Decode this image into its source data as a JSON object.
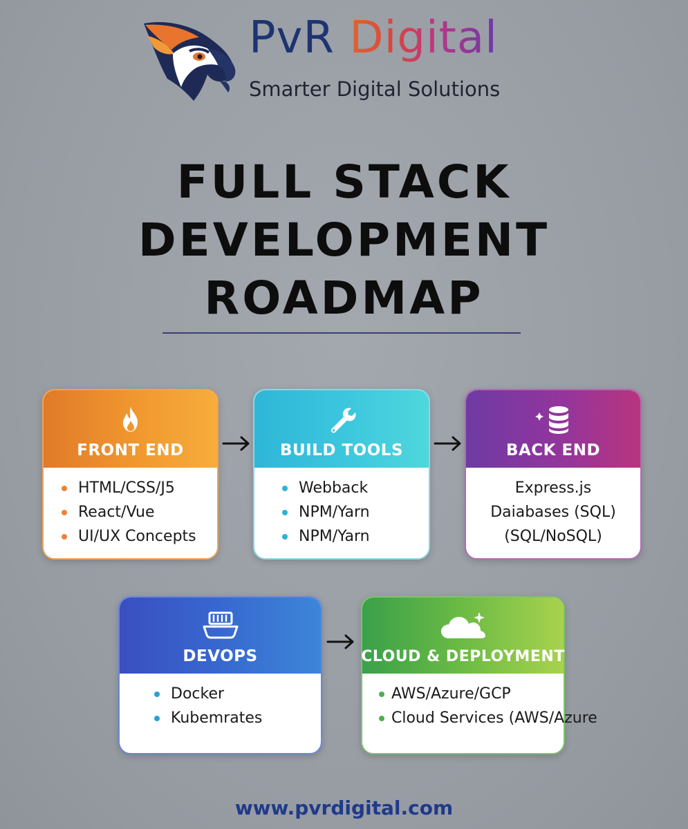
{
  "brand": {
    "name_part1": "PvR",
    "name_part2": "Digital",
    "tagline": "Smarter Digital Solutions"
  },
  "title": {
    "line1": "FULL STACK",
    "line2": "DEVELOPMENT",
    "line3": "ROADMAP"
  },
  "cards": {
    "frontend": {
      "label": "FRONT END",
      "icon": "flame-icon",
      "items": [
        "HTML/CSS/J5",
        "React/Vue",
        "UI/UX Concepts"
      ]
    },
    "buildtools": {
      "label": "BUILD TOOLS",
      "icon": "wrench-icon",
      "items": [
        "Webback",
        "NPM/Yarn",
        "NPM/Yarn"
      ]
    },
    "backend": {
      "label": "BACK END",
      "icon": "database-icon",
      "items": [
        "Express.js",
        "Daiabases (SQL)",
        "(SQL/NoSQL)"
      ]
    },
    "devops": {
      "label": "DEVOPS",
      "icon": "container-icon",
      "items": [
        "Docker",
        "Kubemrates"
      ]
    },
    "cloud": {
      "label": "CLOUD & DEPLOYMENT",
      "icon": "cloud-icon",
      "items": [
        "AWS/Azure/GCP",
        "Cloud Services (AWS/Azure"
      ]
    }
  },
  "colors": {
    "frontend": "#f0962e",
    "buildtools": "#3bc6de",
    "backend": "#93359c",
    "devops": "#3768cf",
    "cloud": "#6cbb44",
    "footer": "#1f3a8a"
  },
  "footer": {
    "url": "www.pvrdigital.com"
  }
}
